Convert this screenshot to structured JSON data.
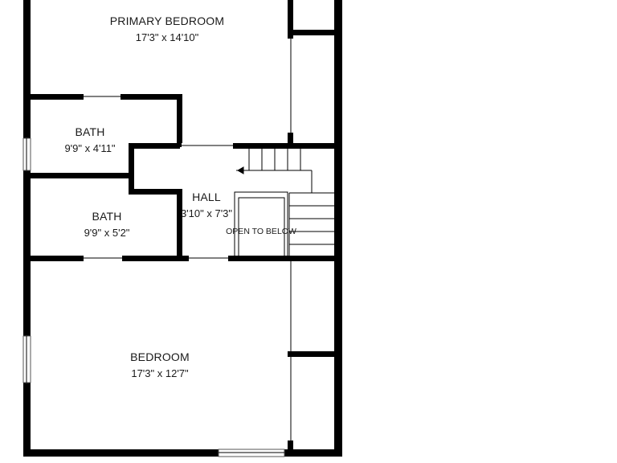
{
  "rooms": {
    "primary_bedroom": {
      "name": "PRIMARY BEDROOM",
      "dims": "17'3\" x 14'10\""
    },
    "bath_upper": {
      "name": "BATH",
      "dims": "9'9\" x 4'11\""
    },
    "bath_lower": {
      "name": "BATH",
      "dims": "9'9\" x 5'2\""
    },
    "hall": {
      "name": "HALL",
      "dims": "3'10\" x 7'3\""
    },
    "bedroom": {
      "name": "BEDROOM",
      "dims": "17'3\" x 12'7\""
    }
  },
  "labels": {
    "open_to_below": "OPEN TO BELOW"
  },
  "colors": {
    "wall": "#000000",
    "background": "#ffffff",
    "text": "#1a1a1a"
  }
}
